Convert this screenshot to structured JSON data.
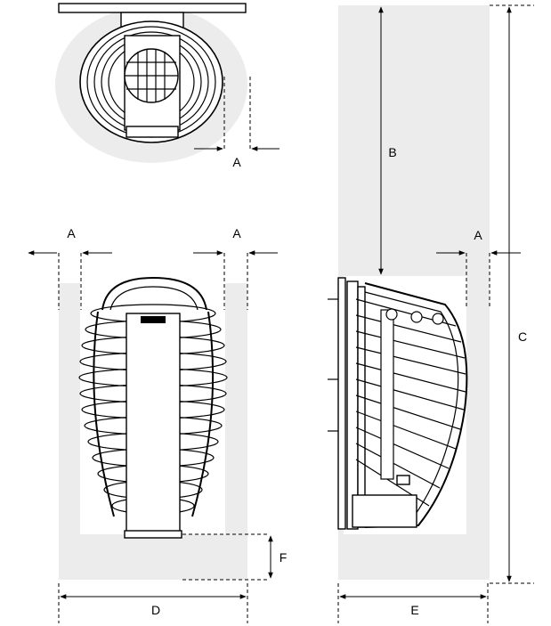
{
  "labels": {
    "a_top": "A",
    "a_front_left": "A",
    "a_front_right": "A",
    "a_side": "A",
    "b": "B",
    "c": "C",
    "d": "D",
    "e": "E",
    "f": "F"
  },
  "colors": {
    "clearance_zone": "#ececec",
    "line": "#000000",
    "background": "#ffffff"
  }
}
